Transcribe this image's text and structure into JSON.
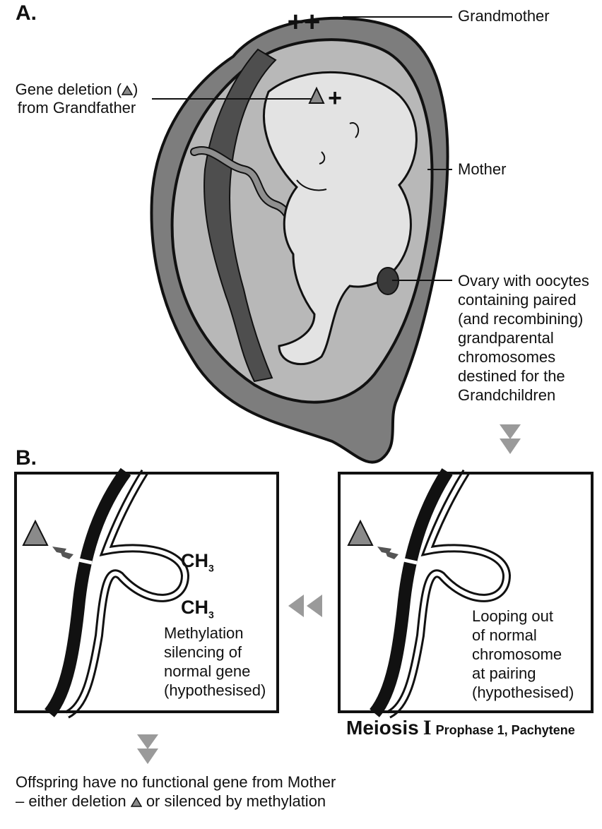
{
  "panels": {
    "a": {
      "label": "A."
    },
    "b": {
      "label": "B."
    }
  },
  "labels": {
    "grandmother": "Grandmother",
    "mother": "Mother",
    "gene_deletion_line1": "Gene deletion (",
    "gene_deletion_line1_end": ")",
    "gene_deletion_line2": "from Grandfather",
    "plus_marks_grandmother": "++",
    "plus_mark_fetus": "+",
    "ovary": [
      "Ovary with oocytes",
      "containing paired",
      "(and recombining)",
      "grandparental",
      "chromosomes",
      "destined for the",
      "Grandchildren"
    ]
  },
  "boxes": {
    "left": {
      "ch3": "CH",
      "ch3_sub": "3",
      "caption": [
        "Methylation",
        "silencing of",
        "normal gene",
        "(hypothesised)"
      ]
    },
    "right": {
      "caption": [
        "Looping out",
        "of normal",
        "chromosome",
        "at pairing",
        "(hypothesised)"
      ]
    }
  },
  "meiosis": {
    "title": "Meiosis",
    "roman": "I",
    "subtitle": "Prophase 1, Pachytene"
  },
  "footer": {
    "line1": "Offspring have no functional gene from Mother",
    "line2_a": "– either deletion",
    "line2_b": "or silenced by methylation"
  },
  "colors": {
    "outer_uterus": "#7d7d7d",
    "inner_cavity": "#b8b8b8",
    "fetus": "#e3e3e3",
    "placenta_dark": "#4e4e4e",
    "cord": "#8f8f8f",
    "arrow": "#9a9a9a",
    "triangle": "#8a8a8a",
    "ovary": "#3a3a3a"
  },
  "icons": [
    "triangle-deletion-icon",
    "down-arrow-icon",
    "double-left-arrow-icon"
  ]
}
